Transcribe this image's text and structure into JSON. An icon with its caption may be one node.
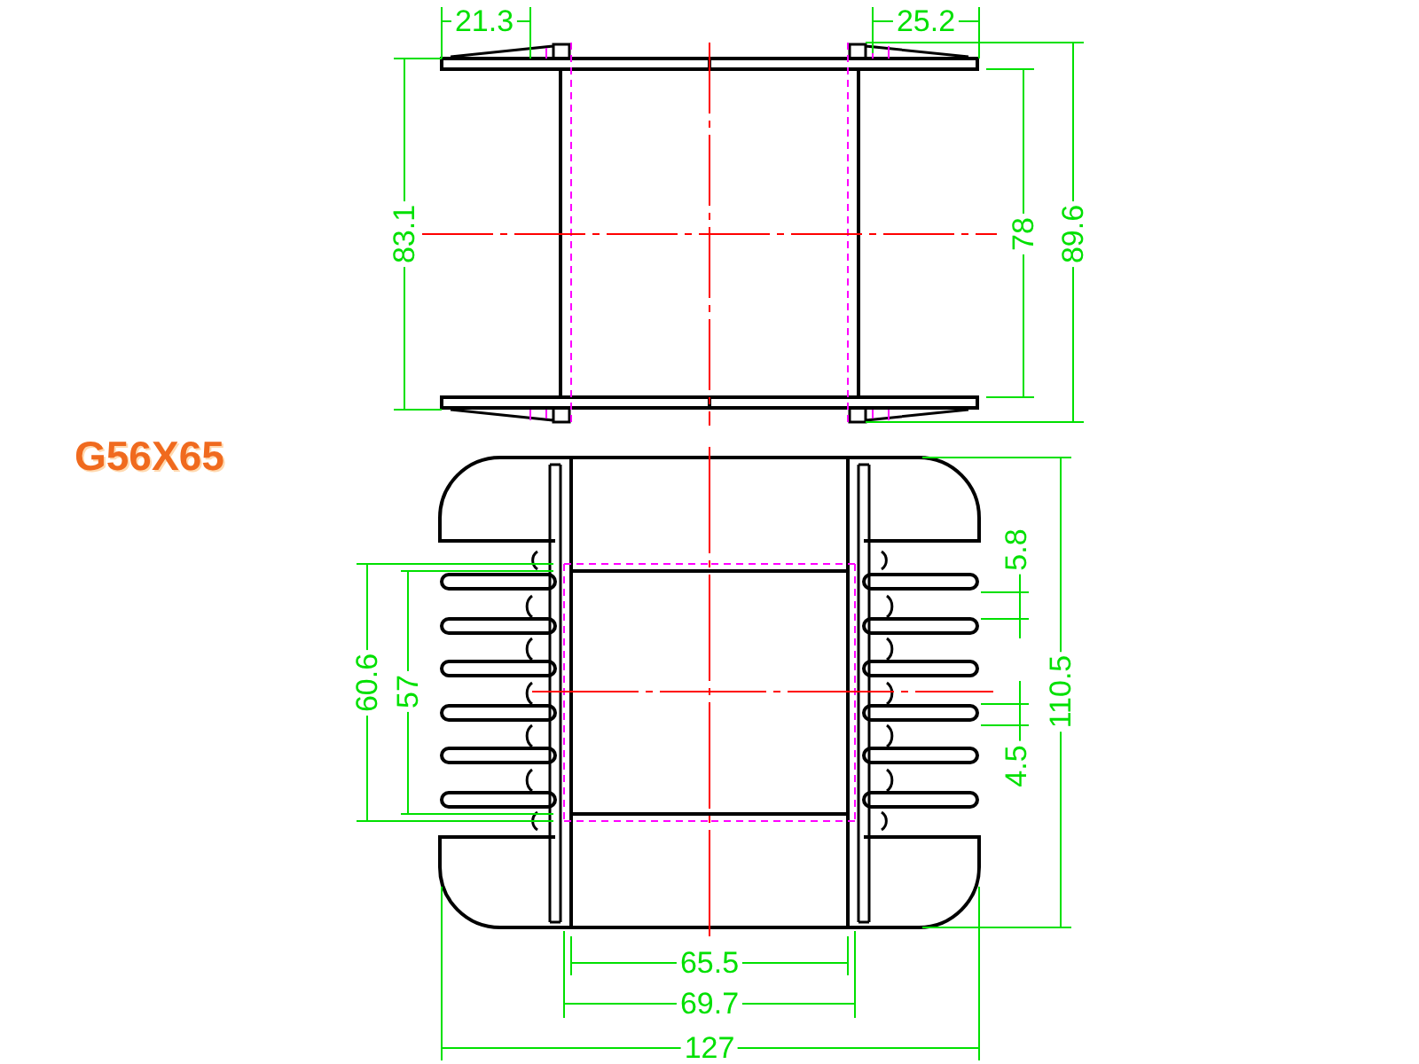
{
  "diagram": {
    "title": "G56X65",
    "labels": [
      "21.3",
      "25.2",
      "83.1",
      "78",
      "89.6",
      "5.8",
      "60.6",
      "57",
      "110.5",
      "4.5",
      "65.5",
      "69.7",
      "127"
    ]
  }
}
